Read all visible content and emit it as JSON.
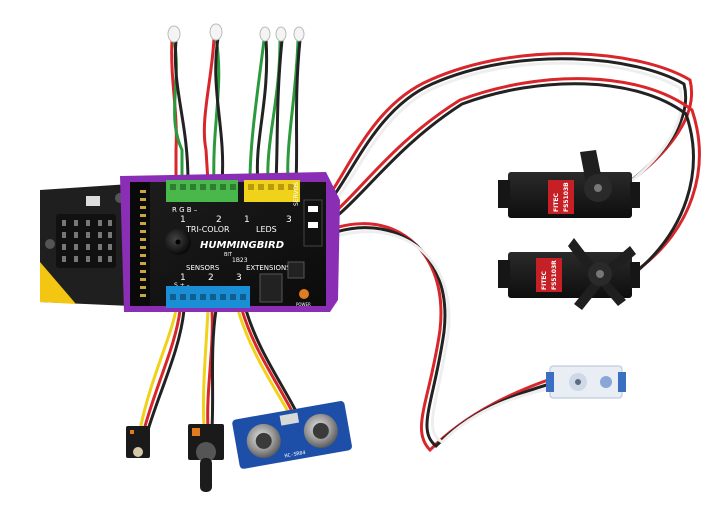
{
  "board": {
    "brand": "HUMMINGBIRD",
    "sub_brand": "BIT",
    "year": "1B23",
    "label_tricolor": "TRI-COLOR",
    "label_leds": "LEDS",
    "label_sensors": "SENSORS",
    "label_extensions": "EXTENSIONS",
    "label_servos": "SERVOS",
    "label_power": "POWER",
    "rgb_label": "R G B –",
    "port_1": "1",
    "port_2": "2",
    "port_3": "3",
    "sensor_pins": "S + –"
  },
  "servos": [
    {
      "brand": "FITEC",
      "model": "FS5103B"
    },
    {
      "brand": "FITEC",
      "model": "FS5103R"
    }
  ],
  "sensor_module": {
    "label": "HC-SR04"
  },
  "colors": {
    "board": "#8a2fb5",
    "pcb": "#141414",
    "green_terminal": "#49b84a",
    "yellow_terminal": "#f0d21a",
    "blue_terminal": "#1a8fd6",
    "microbit": "#1f1f1f",
    "microbit_accent": "#f2c613",
    "servo_body": "#1b1b1b",
    "wire_red": "#d8262b",
    "wire_black": "#222222",
    "wire_green": "#2c9a3c"
  }
}
